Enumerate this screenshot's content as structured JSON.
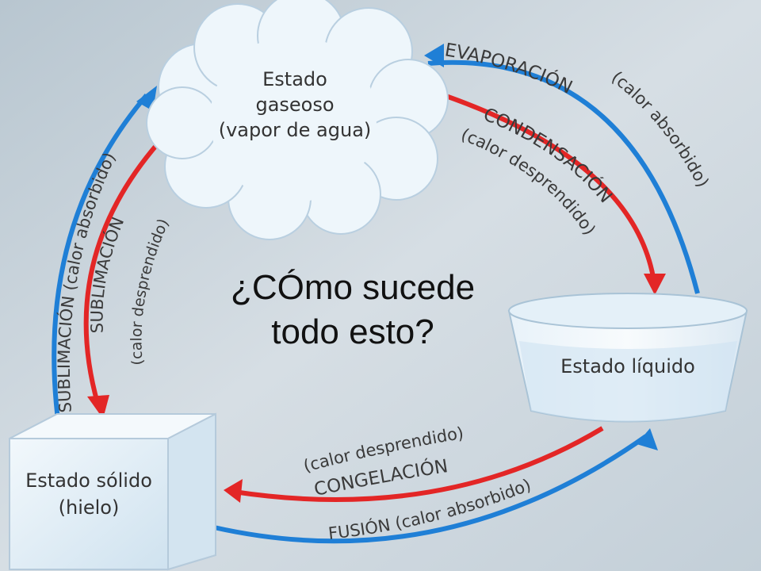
{
  "nodes": {
    "gas": {
      "line1": "Estado",
      "line2": "gaseoso",
      "line3": "(vapor de agua)"
    },
    "liquid": {
      "line1": "Estado líquido"
    },
    "solid": {
      "line1": "Estado sólido",
      "line2": "(hielo)"
    }
  },
  "processes": {
    "evaporation": {
      "name": "EVAPORACIÓN",
      "note": "(calor absorbido)",
      "color": "#1f7fd6"
    },
    "condensation": {
      "name": "CONDENSACIÓN",
      "note": "(calor desprendido)",
      "color": "#e32626"
    },
    "freezing": {
      "name": "CONGELACIÓN",
      "note": "(calor desprendido)",
      "color": "#e32626"
    },
    "fusion": {
      "name": "FUSIÓN",
      "note": "(calor absorbido)",
      "color": "#1f7fd6"
    },
    "sublimation_up": {
      "name": "SUBLIMACIÓN",
      "note": "(calor absorbido)",
      "color": "#1f7fd6"
    },
    "sublimation_down": {
      "name": "SUBLIMACIÓN",
      "note": "(calor desprendido)",
      "color": "#e32626"
    }
  },
  "question": {
    "line1": "¿CÓmo sucede",
    "line2": "todo esto?"
  }
}
